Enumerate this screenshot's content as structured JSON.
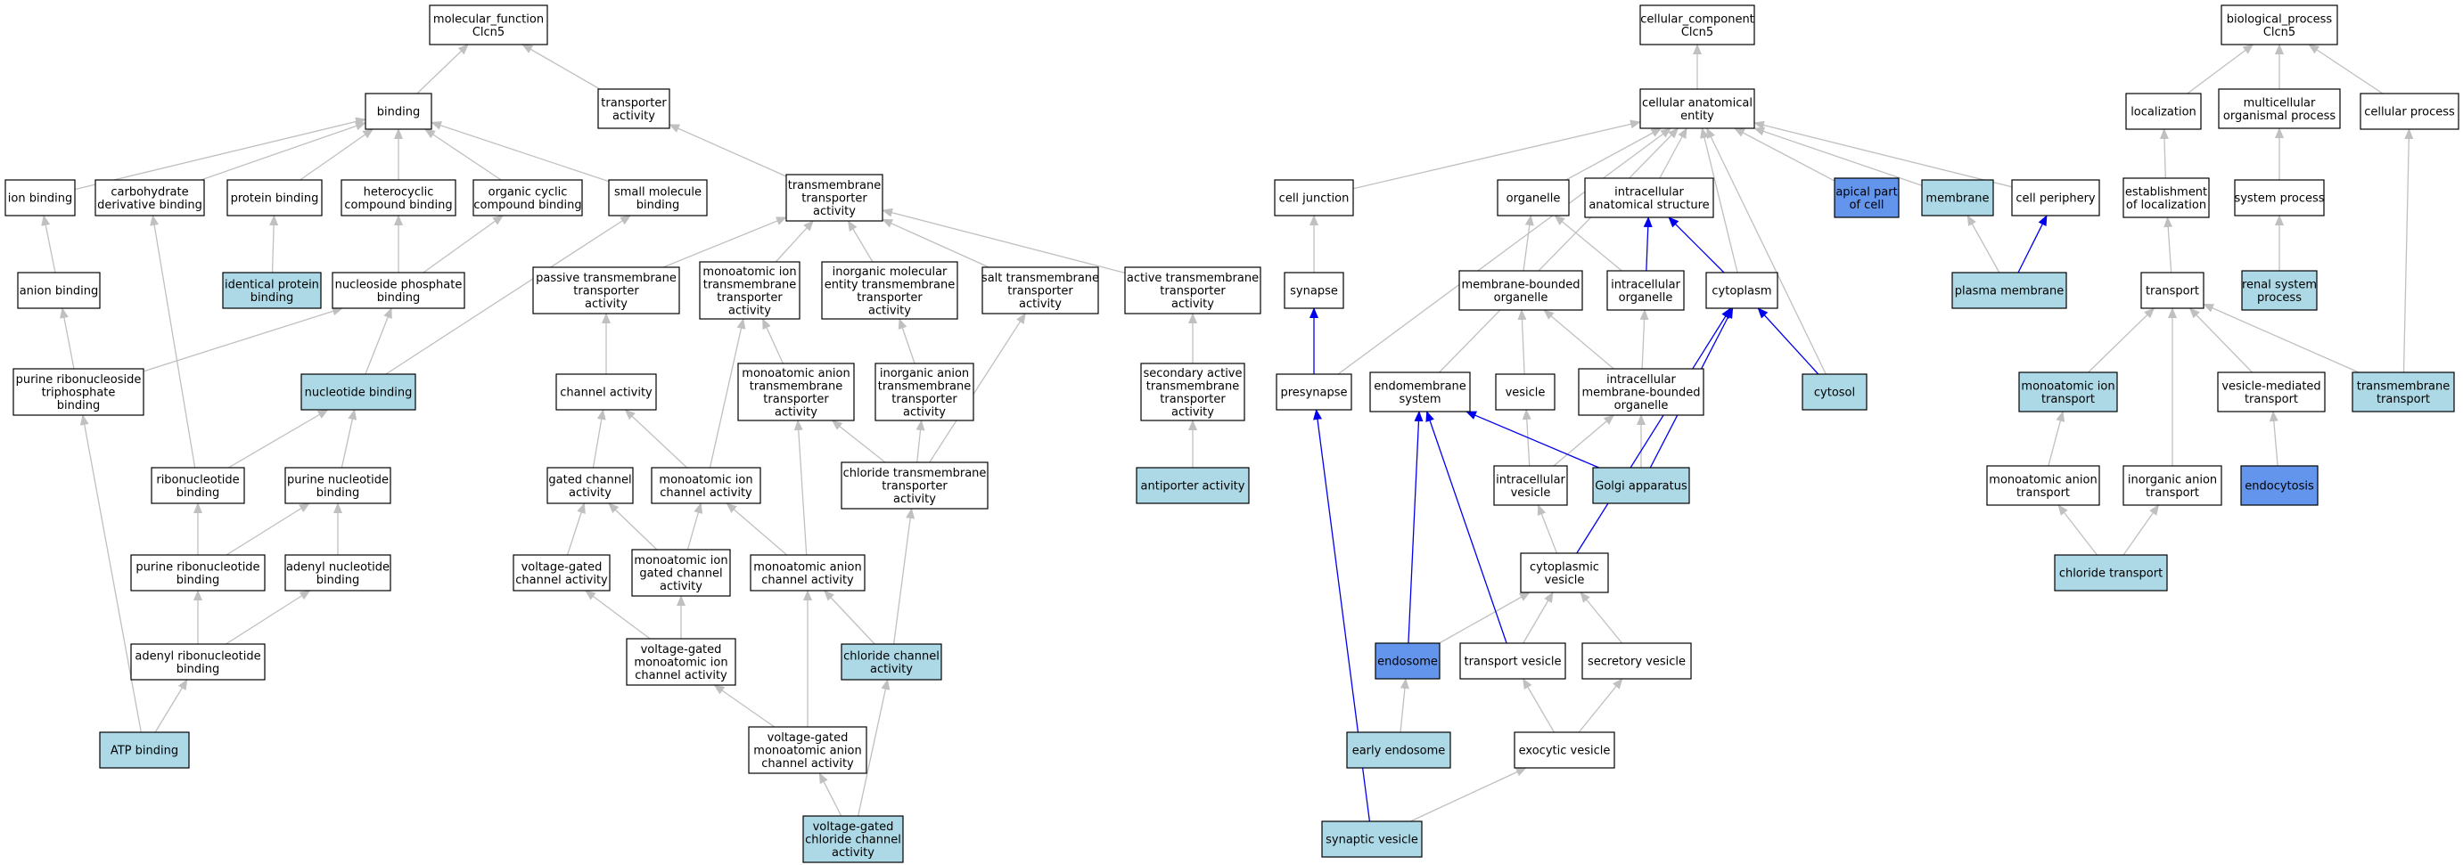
{
  "colors": {
    "plain": "#ffffff",
    "light": "#add8e6",
    "dark": "#6495ed",
    "edge_gray": "#c0c0c0",
    "edge_blue": "#0000ee"
  },
  "nodes": [
    {
      "id": "mf",
      "lines": [
        "molecular_function",
        "Clcn5"
      ],
      "fill": "plain"
    },
    {
      "id": "binding",
      "lines": [
        "binding"
      ],
      "fill": "plain"
    },
    {
      "id": "transporter",
      "lines": [
        "transporter",
        "activity"
      ],
      "fill": "plain"
    },
    {
      "id": "ion_binding",
      "lines": [
        "ion binding"
      ],
      "fill": "plain"
    },
    {
      "id": "carb_binding",
      "lines": [
        "carbohydrate",
        "derivative binding"
      ],
      "fill": "plain"
    },
    {
      "id": "protein_binding",
      "lines": [
        "protein binding"
      ],
      "fill": "plain"
    },
    {
      "id": "heterocyclic",
      "lines": [
        "heterocyclic",
        "compound binding"
      ],
      "fill": "plain"
    },
    {
      "id": "organic_cyclic",
      "lines": [
        "organic cyclic",
        "compound binding"
      ],
      "fill": "plain"
    },
    {
      "id": "small_molecule",
      "lines": [
        "small molecule",
        "binding"
      ],
      "fill": "plain"
    },
    {
      "id": "tm_transporter",
      "lines": [
        "transmembrane",
        "transporter",
        "activity"
      ],
      "fill": "plain"
    },
    {
      "id": "anion_binding",
      "lines": [
        "anion binding"
      ],
      "fill": "plain"
    },
    {
      "id": "identical_protein",
      "lines": [
        "identical protein",
        "binding"
      ],
      "fill": "light"
    },
    {
      "id": "nuc_triphos",
      "lines": [
        "nucleoside phosphate",
        "binding"
      ],
      "fill": "plain"
    },
    {
      "id": "passive_tm",
      "lines": [
        "passive transmembrane",
        "transporter",
        "activity"
      ],
      "fill": "plain"
    },
    {
      "id": "mono_ion_tm",
      "lines": [
        "monoatomic ion",
        "transmembrane",
        "transporter",
        "activity"
      ],
      "fill": "plain"
    },
    {
      "id": "inorg_mol",
      "lines": [
        "inorganic molecular",
        "entity transmembrane",
        "transporter",
        "activity"
      ],
      "fill": "plain"
    },
    {
      "id": "salt_tm",
      "lines": [
        "salt transmembrane",
        "transporter",
        "activity"
      ],
      "fill": "plain"
    },
    {
      "id": "active_tm",
      "lines": [
        "active transmembrane",
        "transporter",
        "activity"
      ],
      "fill": "plain"
    },
    {
      "id": "purine_rnt",
      "lines": [
        "purine ribonucleoside",
        "triphosphate",
        "binding"
      ],
      "fill": "plain"
    },
    {
      "id": "nucleotide_binding",
      "lines": [
        "nucleotide binding"
      ],
      "fill": "light"
    },
    {
      "id": "channel_activity",
      "lines": [
        "channel activity"
      ],
      "fill": "plain"
    },
    {
      "id": "mono_anion_tm",
      "lines": [
        "monoatomic anion",
        "transmembrane",
        "transporter",
        "activity"
      ],
      "fill": "plain"
    },
    {
      "id": "inorg_anion_tm",
      "lines": [
        "inorganic anion",
        "transmembrane",
        "transporter",
        "activity"
      ],
      "fill": "plain"
    },
    {
      "id": "secondary_active",
      "lines": [
        "secondary active",
        "transmembrane",
        "transporter",
        "activity"
      ],
      "fill": "plain"
    },
    {
      "id": "ribonucleotide",
      "lines": [
        "ribonucleotide",
        "binding"
      ],
      "fill": "plain"
    },
    {
      "id": "purine_nucleotide",
      "lines": [
        "purine nucleotide",
        "binding"
      ],
      "fill": "plain"
    },
    {
      "id": "gated_channel",
      "lines": [
        "gated channel",
        "activity"
      ],
      "fill": "plain"
    },
    {
      "id": "mono_ion_channel",
      "lines": [
        "monoatomic ion",
        "channel activity"
      ],
      "fill": "plain"
    },
    {
      "id": "chloride_tm",
      "lines": [
        "chloride transmembrane",
        "transporter",
        "activity"
      ],
      "fill": "plain"
    },
    {
      "id": "antiporter",
      "lines": [
        "antiporter activity"
      ],
      "fill": "light"
    },
    {
      "id": "purine_ribonucleotide",
      "lines": [
        "purine ribonucleotide",
        "binding"
      ],
      "fill": "plain"
    },
    {
      "id": "adenyl_nucleotide",
      "lines": [
        "adenyl nucleotide",
        "binding"
      ],
      "fill": "plain"
    },
    {
      "id": "vg_channel",
      "lines": [
        "voltage-gated",
        "channel activity"
      ],
      "fill": "plain"
    },
    {
      "id": "mono_ion_gated",
      "lines": [
        "monoatomic ion",
        "gated channel",
        "activity"
      ],
      "fill": "plain"
    },
    {
      "id": "mono_anion_channel",
      "lines": [
        "monoatomic anion",
        "channel activity"
      ],
      "fill": "plain"
    },
    {
      "id": "adenyl_ribonucleotide",
      "lines": [
        "adenyl ribonucleotide",
        "binding"
      ],
      "fill": "plain"
    },
    {
      "id": "vg_mono_ion",
      "lines": [
        "voltage-gated",
        "monoatomic ion",
        "channel activity"
      ],
      "fill": "plain"
    },
    {
      "id": "chloride_channel",
      "lines": [
        "chloride channel",
        "activity"
      ],
      "fill": "light"
    },
    {
      "id": "atp_binding",
      "lines": [
        "ATP binding"
      ],
      "fill": "light"
    },
    {
      "id": "vg_mono_anion",
      "lines": [
        "voltage-gated",
        "monoatomic anion",
        "channel activity"
      ],
      "fill": "plain"
    },
    {
      "id": "vg_chloride",
      "lines": [
        "voltage-gated",
        "chloride channel",
        "activity"
      ],
      "fill": "light"
    },
    {
      "id": "cc",
      "lines": [
        "cellular_component",
        "Clcn5"
      ],
      "fill": "plain"
    },
    {
      "id": "cae",
      "lines": [
        "cellular anatomical",
        "entity"
      ],
      "fill": "plain"
    },
    {
      "id": "cell_junction",
      "lines": [
        "cell junction"
      ],
      "fill": "plain"
    },
    {
      "id": "organelle",
      "lines": [
        "organelle"
      ],
      "fill": "plain"
    },
    {
      "id": "intracell_anat",
      "lines": [
        "intracellular",
        "anatomical structure"
      ],
      "fill": "plain"
    },
    {
      "id": "apical",
      "lines": [
        "apical part",
        "of cell"
      ],
      "fill": "dark"
    },
    {
      "id": "membrane",
      "lines": [
        "membrane"
      ],
      "fill": "light"
    },
    {
      "id": "cell_periphery",
      "lines": [
        "cell periphery"
      ],
      "fill": "plain"
    },
    {
      "id": "synapse",
      "lines": [
        "synapse"
      ],
      "fill": "plain"
    },
    {
      "id": "mb_organelle",
      "lines": [
        "membrane-bounded",
        "organelle"
      ],
      "fill": "plain"
    },
    {
      "id": "intracell_organelle",
      "lines": [
        "intracellular",
        "organelle"
      ],
      "fill": "plain"
    },
    {
      "id": "cytoplasm",
      "lines": [
        "cytoplasm"
      ],
      "fill": "plain"
    },
    {
      "id": "plasma_membrane",
      "lines": [
        "plasma membrane"
      ],
      "fill": "light"
    },
    {
      "id": "presynapse",
      "lines": [
        "presynapse"
      ],
      "fill": "plain"
    },
    {
      "id": "endomembrane",
      "lines": [
        "endomembrane",
        "system"
      ],
      "fill": "plain"
    },
    {
      "id": "vesicle",
      "lines": [
        "vesicle"
      ],
      "fill": "plain"
    },
    {
      "id": "intracell_mb_org",
      "lines": [
        "intracellular",
        "membrane-bounded",
        "organelle"
      ],
      "fill": "plain"
    },
    {
      "id": "cytosol",
      "lines": [
        "cytosol"
      ],
      "fill": "light"
    },
    {
      "id": "intracell_vesicle",
      "lines": [
        "intracellular",
        "vesicle"
      ],
      "fill": "plain"
    },
    {
      "id": "golgi",
      "lines": [
        "Golgi apparatus"
      ],
      "fill": "light"
    },
    {
      "id": "cyto_vesicle",
      "lines": [
        "cytoplasmic",
        "vesicle"
      ],
      "fill": "plain"
    },
    {
      "id": "endosome",
      "lines": [
        "endosome"
      ],
      "fill": "dark"
    },
    {
      "id": "transport_vesicle",
      "lines": [
        "transport vesicle"
      ],
      "fill": "plain"
    },
    {
      "id": "secretory_vesicle",
      "lines": [
        "secretory vesicle"
      ],
      "fill": "plain"
    },
    {
      "id": "early_endosome",
      "lines": [
        "early endosome"
      ],
      "fill": "light"
    },
    {
      "id": "exocytic_vesicle",
      "lines": [
        "exocytic vesicle"
      ],
      "fill": "plain"
    },
    {
      "id": "synaptic_vesicle",
      "lines": [
        "synaptic vesicle"
      ],
      "fill": "light"
    },
    {
      "id": "bp",
      "lines": [
        "biological_process",
        "Clcn5"
      ],
      "fill": "plain"
    },
    {
      "id": "localization",
      "lines": [
        "localization"
      ],
      "fill": "plain"
    },
    {
      "id": "multicell",
      "lines": [
        "multicellular",
        "organismal process"
      ],
      "fill": "plain"
    },
    {
      "id": "cellular_process",
      "lines": [
        "cellular process"
      ],
      "fill": "plain"
    },
    {
      "id": "establishment_loc",
      "lines": [
        "establishment",
        "of localization"
      ],
      "fill": "plain"
    },
    {
      "id": "system_process",
      "lines": [
        "system process"
      ],
      "fill": "plain"
    },
    {
      "id": "transport",
      "lines": [
        "transport"
      ],
      "fill": "plain"
    },
    {
      "id": "renal",
      "lines": [
        "renal system",
        "process"
      ],
      "fill": "light"
    },
    {
      "id": "mono_ion_transport",
      "lines": [
        "monoatomic ion",
        "transport"
      ],
      "fill": "light"
    },
    {
      "id": "vesicle_mediated",
      "lines": [
        "vesicle-mediated",
        "transport"
      ],
      "fill": "plain"
    },
    {
      "id": "tm_transport",
      "lines": [
        "transmembrane",
        "transport"
      ],
      "fill": "light"
    },
    {
      "id": "mono_anion_transport",
      "lines": [
        "monoatomic anion",
        "transport"
      ],
      "fill": "plain"
    },
    {
      "id": "inorg_anion_transport",
      "lines": [
        "inorganic anion",
        "transport"
      ],
      "fill": "plain"
    },
    {
      "id": "endocytosis",
      "lines": [
        "endocytosis"
      ],
      "fill": "dark"
    },
    {
      "id": "chloride_transport",
      "lines": [
        "chloride transport"
      ],
      "fill": "light"
    }
  ],
  "edges": [
    [
      "binding",
      "mf",
      "g"
    ],
    [
      "transporter",
      "mf",
      "g"
    ],
    [
      "ion_binding",
      "binding",
      "g"
    ],
    [
      "carb_binding",
      "binding",
      "g"
    ],
    [
      "protein_binding",
      "binding",
      "g"
    ],
    [
      "heterocyclic",
      "binding",
      "g"
    ],
    [
      "organic_cyclic",
      "binding",
      "g"
    ],
    [
      "small_molecule",
      "binding",
      "g"
    ],
    [
      "tm_transporter",
      "transporter",
      "g"
    ],
    [
      "anion_binding",
      "ion_binding",
      "g"
    ],
    [
      "identical_protein",
      "protein_binding",
      "g"
    ],
    [
      "nuc_triphos",
      "heterocyclic",
      "g"
    ],
    [
      "nuc_triphos",
      "organic_cyclic",
      "g"
    ],
    [
      "passive_tm",
      "tm_transporter",
      "g"
    ],
    [
      "mono_ion_tm",
      "tm_transporter",
      "g"
    ],
    [
      "inorg_mol",
      "tm_transporter",
      "g"
    ],
    [
      "salt_tm",
      "tm_transporter",
      "g"
    ],
    [
      "active_tm",
      "tm_transporter",
      "g"
    ],
    [
      "purine_rnt",
      "anion_binding",
      "g"
    ],
    [
      "purine_rnt",
      "nuc_triphos",
      "g"
    ],
    [
      "nucleotide_binding",
      "nuc_triphos",
      "g"
    ],
    [
      "nucleotide_binding",
      "small_molecule",
      "g"
    ],
    [
      "channel_activity",
      "passive_tm",
      "g"
    ],
    [
      "mono_anion_tm",
      "mono_ion_tm",
      "g"
    ],
    [
      "inorg_anion_tm",
      "inorg_mol",
      "g"
    ],
    [
      "secondary_active",
      "active_tm",
      "g"
    ],
    [
      "ribonucleotide",
      "carb_binding",
      "g"
    ],
    [
      "ribonucleotide",
      "nucleotide_binding",
      "g"
    ],
    [
      "purine_nucleotide",
      "nucleotide_binding",
      "g"
    ],
    [
      "gated_channel",
      "channel_activity",
      "g"
    ],
    [
      "mono_ion_channel",
      "channel_activity",
      "g"
    ],
    [
      "mono_ion_channel",
      "mono_ion_tm",
      "g"
    ],
    [
      "chloride_tm",
      "mono_anion_tm",
      "g"
    ],
    [
      "chloride_tm",
      "inorg_anion_tm",
      "g"
    ],
    [
      "chloride_tm",
      "salt_tm",
      "g"
    ],
    [
      "antiporter",
      "secondary_active",
      "g"
    ],
    [
      "purine_ribonucleotide",
      "ribonucleotide",
      "g"
    ],
    [
      "purine_ribonucleotide",
      "purine_nucleotide",
      "g"
    ],
    [
      "adenyl_nucleotide",
      "purine_nucleotide",
      "g"
    ],
    [
      "vg_channel",
      "gated_channel",
      "g"
    ],
    [
      "mono_ion_gated",
      "gated_channel",
      "g"
    ],
    [
      "mono_ion_gated",
      "mono_ion_channel",
      "g"
    ],
    [
      "mono_anion_channel",
      "mono_ion_channel",
      "g"
    ],
    [
      "mono_anion_channel",
      "mono_anion_tm",
      "g"
    ],
    [
      "adenyl_ribonucleotide",
      "purine_ribonucleotide",
      "g"
    ],
    [
      "adenyl_ribonucleotide",
      "adenyl_nucleotide",
      "g"
    ],
    [
      "vg_mono_ion",
      "vg_channel",
      "g"
    ],
    [
      "vg_mono_ion",
      "mono_ion_gated",
      "g"
    ],
    [
      "chloride_channel",
      "mono_anion_channel",
      "g"
    ],
    [
      "chloride_channel",
      "chloride_tm",
      "g"
    ],
    [
      "atp_binding",
      "adenyl_ribonucleotide",
      "g"
    ],
    [
      "atp_binding",
      "purine_rnt",
      "g"
    ],
    [
      "vg_mono_anion",
      "vg_mono_ion",
      "g"
    ],
    [
      "vg_mono_anion",
      "mono_anion_channel",
      "g"
    ],
    [
      "vg_chloride",
      "vg_mono_anion",
      "g"
    ],
    [
      "vg_chloride",
      "chloride_channel",
      "g"
    ],
    [
      "cae",
      "cc",
      "g"
    ],
    [
      "cell_junction",
      "cae",
      "g"
    ],
    [
      "organelle",
      "cae",
      "g"
    ],
    [
      "intracell_anat",
      "cae",
      "g"
    ],
    [
      "apical",
      "cae",
      "g"
    ],
    [
      "membrane",
      "cae",
      "g"
    ],
    [
      "cell_periphery",
      "cae",
      "g"
    ],
    [
      "presynapse",
      "cae",
      "g"
    ],
    [
      "endomembrane",
      "cae",
      "g"
    ],
    [
      "cytoplasm",
      "cae",
      "g"
    ],
    [
      "cytosol",
      "cae",
      "g"
    ],
    [
      "synapse",
      "cell_junction",
      "g"
    ],
    [
      "mb_organelle",
      "organelle",
      "g"
    ],
    [
      "intracell_organelle",
      "organelle",
      "g"
    ],
    [
      "intracell_organelle",
      "intracell_anat",
      "b"
    ],
    [
      "cytoplasm",
      "intracell_anat",
      "b"
    ],
    [
      "plasma_membrane",
      "membrane",
      "g"
    ],
    [
      "plasma_membrane",
      "cell_periphery",
      "b"
    ],
    [
      "presynapse",
      "synapse",
      "b"
    ],
    [
      "vesicle",
      "mb_organelle",
      "g"
    ],
    [
      "intracell_mb_org",
      "mb_organelle",
      "g"
    ],
    [
      "intracell_mb_org",
      "intracell_organelle",
      "g"
    ],
    [
      "cytosol",
      "cytoplasm",
      "b"
    ],
    [
      "intracell_vesicle",
      "vesicle",
      "g"
    ],
    [
      "intracell_vesicle",
      "intracell_mb_org",
      "g"
    ],
    [
      "golgi",
      "intracell_mb_org",
      "g"
    ],
    [
      "golgi",
      "endomembrane",
      "b"
    ],
    [
      "golgi",
      "cytoplasm",
      "b"
    ],
    [
      "cyto_vesicle",
      "intracell_vesicle",
      "g"
    ],
    [
      "cyto_vesicle",
      "cytoplasm",
      "b"
    ],
    [
      "endosome",
      "cyto_vesicle",
      "g"
    ],
    [
      "endosome",
      "endomembrane",
      "b"
    ],
    [
      "transport_vesicle",
      "cyto_vesicle",
      "g"
    ],
    [
      "transport_vesicle",
      "endomembrane",
      "b"
    ],
    [
      "secretory_vesicle",
      "cyto_vesicle",
      "g"
    ],
    [
      "early_endosome",
      "endosome",
      "g"
    ],
    [
      "exocytic_vesicle",
      "transport_vesicle",
      "g"
    ],
    [
      "exocytic_vesicle",
      "secretory_vesicle",
      "g"
    ],
    [
      "synaptic_vesicle",
      "exocytic_vesicle",
      "g"
    ],
    [
      "synaptic_vesicle",
      "presynapse",
      "b"
    ],
    [
      "localization",
      "bp",
      "g"
    ],
    [
      "multicell",
      "bp",
      "g"
    ],
    [
      "cellular_process",
      "bp",
      "g"
    ],
    [
      "establishment_loc",
      "localization",
      "g"
    ],
    [
      "system_process",
      "multicell",
      "g"
    ],
    [
      "transport",
      "establishment_loc",
      "g"
    ],
    [
      "renal",
      "system_process",
      "g"
    ],
    [
      "mono_ion_transport",
      "transport",
      "g"
    ],
    [
      "vesicle_mediated",
      "transport",
      "g"
    ],
    [
      "tm_transport",
      "transport",
      "g"
    ],
    [
      "tm_transport",
      "cellular_process",
      "g"
    ],
    [
      "mono_anion_transport",
      "mono_ion_transport",
      "g"
    ],
    [
      "inorg_anion_transport",
      "transport",
      "g"
    ],
    [
      "endocytosis",
      "vesicle_mediated",
      "g"
    ],
    [
      "chloride_transport",
      "mono_anion_transport",
      "g"
    ],
    [
      "chloride_transport",
      "inorg_anion_transport",
      "g"
    ]
  ]
}
